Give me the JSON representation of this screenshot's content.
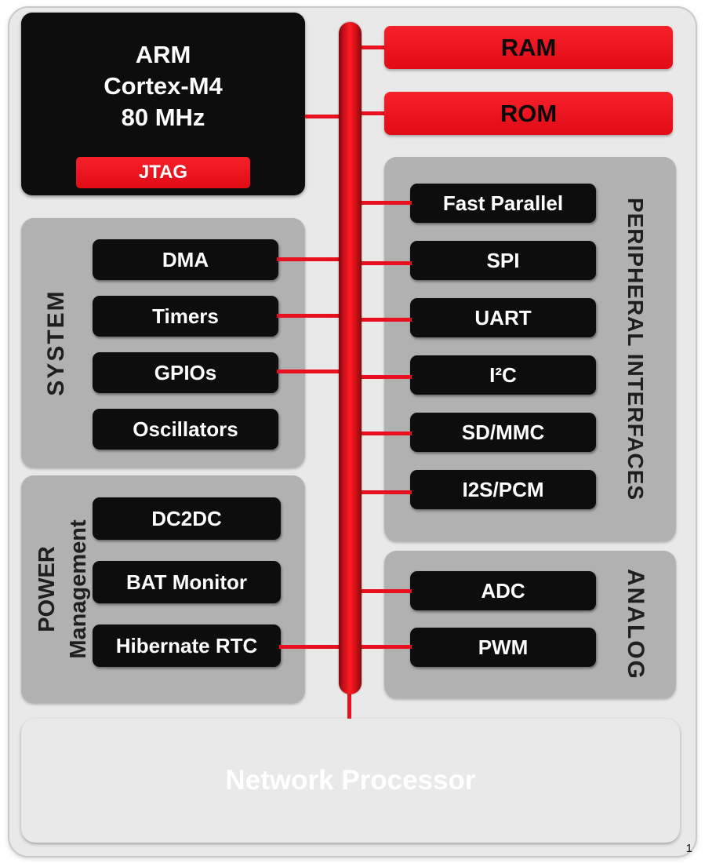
{
  "page": {
    "number": "1"
  },
  "colors": {
    "red": "#e8101e",
    "gray": "#b1b1b1",
    "black": "#0d0d0d",
    "blue": "#0f72b8",
    "board_bg": "#e9e9e9"
  },
  "cpu": {
    "lines": [
      "ARM",
      "Cortex-M4",
      "80 MHz"
    ],
    "jtag_label": "JTAG"
  },
  "memory": {
    "ram_label": "RAM",
    "rom_label": "ROM"
  },
  "peripheral": {
    "label": "PERIPHERAL INTERFACES",
    "items": [
      "Fast Parallel",
      "SPI",
      "UART",
      "I²C",
      "SD/MMC",
      "I2S/PCM"
    ]
  },
  "system": {
    "label": "SYSTEM",
    "items": [
      "DMA",
      "Timers",
      "GPIOs",
      "Oscillators"
    ]
  },
  "power": {
    "label_lines": [
      "POWER",
      "Management"
    ],
    "items": [
      "DC2DC",
      "BAT Monitor",
      "Hibernate RTC"
    ]
  },
  "analog": {
    "label": "ANALOG",
    "items": [
      "ADC",
      "PWM"
    ]
  },
  "network": {
    "label": "Network Processor"
  }
}
